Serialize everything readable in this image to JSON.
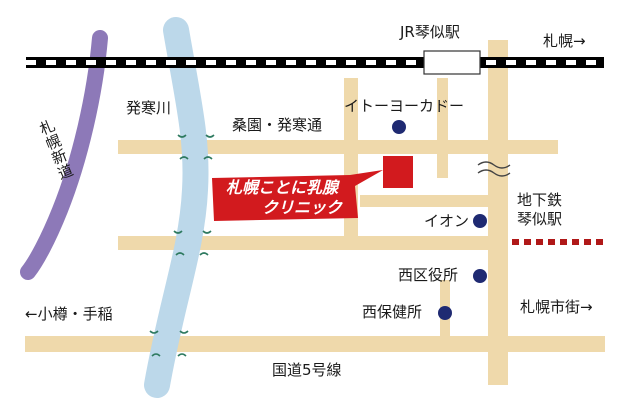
{
  "labels": {
    "station_jr": "JR琴似駅",
    "to_sapporo_top": "札幌→",
    "river": "発寒川",
    "street_soen": "桑園・発寒通",
    "ito_yokado": "イトーヨーカドー",
    "sapporo_shindo": "札幌新道",
    "clinic_line1": "札幌ことに乳腺",
    "clinic_line2": "クリニック",
    "subway_station_line1": "地下鉄",
    "subway_station_line2": "琴似駅",
    "aeon": "イオン",
    "nishi_ward_office": "西区役所",
    "otaru_teine": "←小樽・手稲",
    "to_sapporo_city": "札幌市街→",
    "nishi_health_center": "西保健所",
    "route5": "国道5号線"
  },
  "colors": {
    "road": "#efd9ab",
    "river": "#bcd8ea",
    "shindo": "#8d79b8",
    "clinic": "#d21a1e",
    "subway": "#b01818",
    "poi_dot": "#1f2a72"
  }
}
